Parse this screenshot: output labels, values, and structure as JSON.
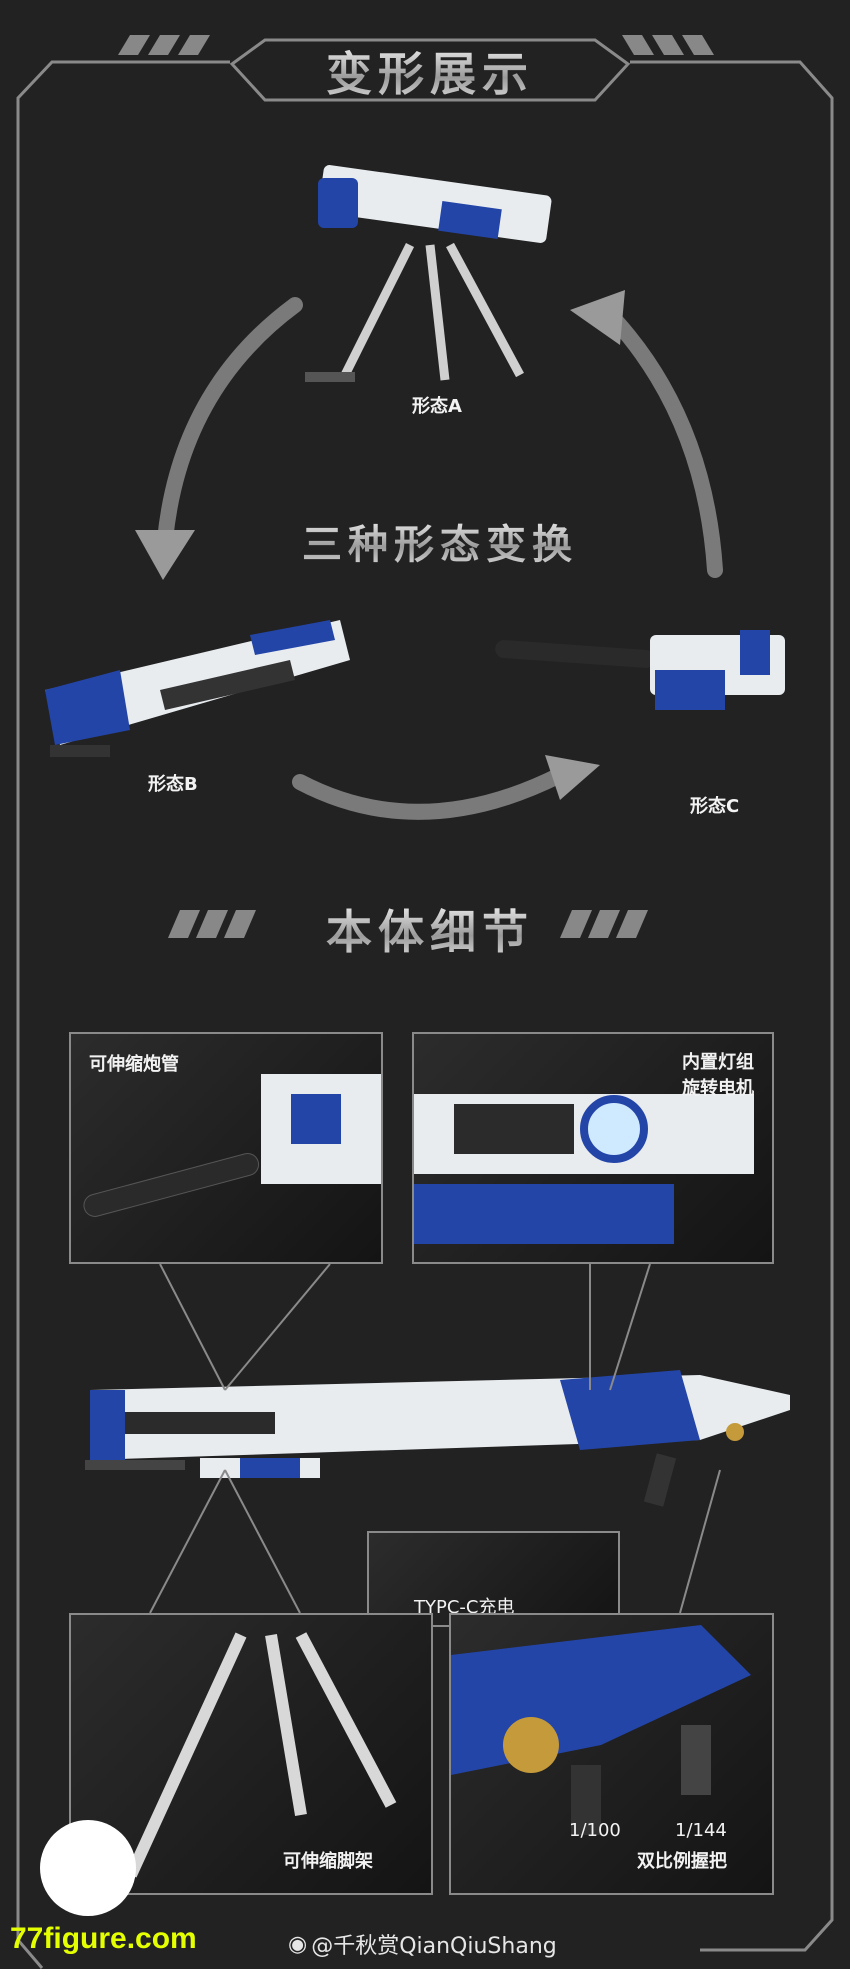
{
  "section1": {
    "title": "变形展示",
    "center_title": "三种形态变换",
    "forms": [
      "形态A",
      "形态B",
      "形态C"
    ]
  },
  "section2": {
    "title": "本体细节",
    "callouts": {
      "barrel": "可伸缩炮管",
      "light_line1": "内置灯组",
      "light_line2": "旋转电机",
      "charge": "TYPC-C充电",
      "tripod": "可伸缩脚架",
      "scale_a": "1/100",
      "scale_b": "1/144",
      "grip": "双比例握把"
    }
  },
  "watermark": {
    "site": "77figure.com",
    "weibo": "@千秋赏QianQiuShang"
  },
  "colors": {
    "bg": "#222222",
    "frame": "#8a8a8a",
    "blue": "#2445a8",
    "white": "#e8ecef",
    "watermark": "#e4ff00"
  }
}
